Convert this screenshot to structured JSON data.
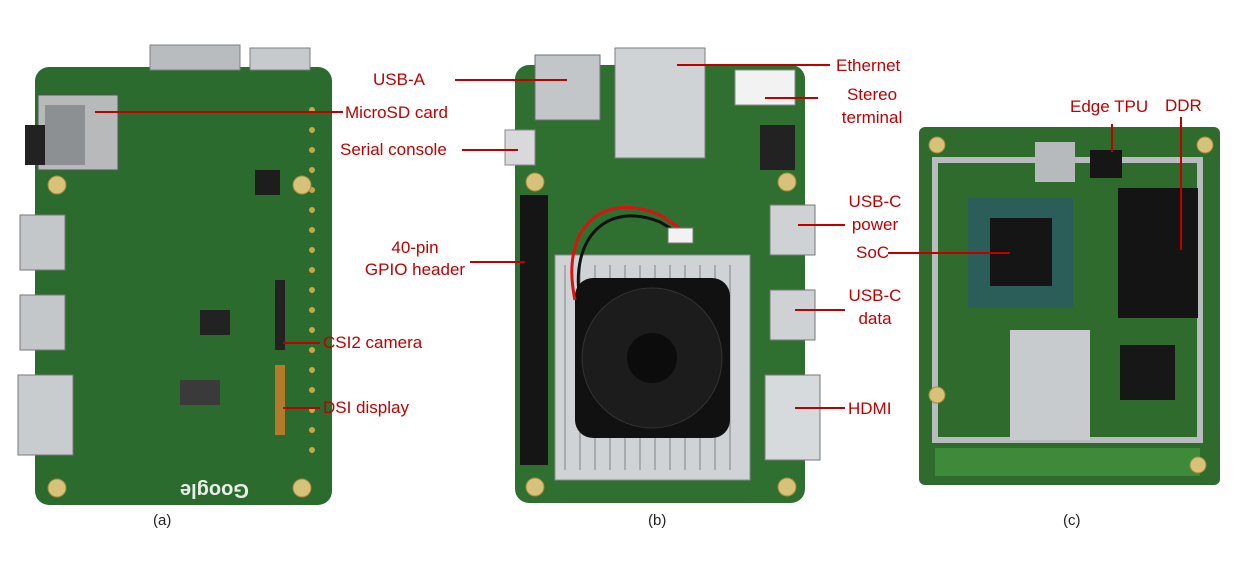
{
  "captions": {
    "a": "(a)",
    "b": "(b)",
    "c": "(c)"
  },
  "labels": {
    "usb_a": "USB-A",
    "microsd": "MicroSD card",
    "serial_console": "Serial console",
    "gpio_line1": "40-pin",
    "gpio_line2": "GPIO header",
    "csi2": "CSI2 camera",
    "dsi": "DSI display",
    "ethernet": "Ethernet",
    "stereo_line1": "Stereo",
    "stereo_line2": "terminal",
    "usbc_power_line1": "USB-C",
    "usbc_power_line2": "power",
    "soc": "SoC",
    "usbc_data_line1": "USB-C",
    "usbc_data_line2": "data",
    "hdmi": "HDMI",
    "edge_tpu": "Edge TPU",
    "ddr": "DDR"
  },
  "logos": {
    "board_a": "Google"
  },
  "colors": {
    "label": "#c00000",
    "pcb": "#2f6f2f",
    "heatsink": "#cfd3d6"
  }
}
